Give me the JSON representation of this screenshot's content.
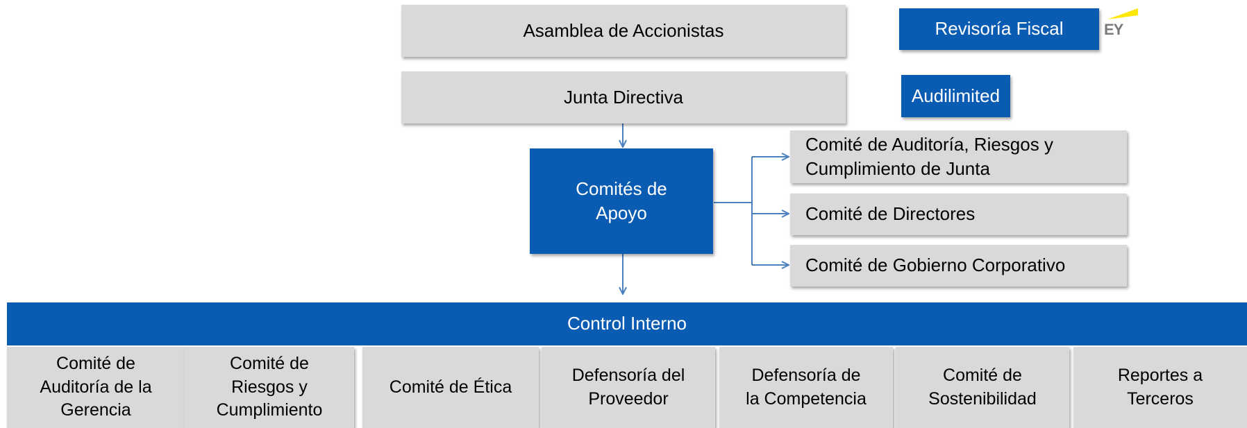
{
  "top": {
    "assembly": "Asamblea de Accionistas",
    "board": "Junta Directiva"
  },
  "auditors": {
    "fiscal": "Revisoría Fiscal",
    "firm_logo": "EY",
    "audilimited": "Audilimited"
  },
  "support_committees": {
    "label_line1": "Comités de",
    "label_line2": "Apoyo",
    "items": [
      {
        "line1": "Comité de Auditoría, Riesgos y",
        "line2": "Cumplimiento de Junta"
      },
      {
        "line1": "Comité de Directores",
        "line2": ""
      },
      {
        "line1": "Comité de Gobierno Corporativo",
        "line2": ""
      }
    ]
  },
  "internal_control": {
    "title": "Control Interno",
    "items": [
      {
        "lines": [
          "Comité de",
          "Auditoría de la",
          "Gerencia"
        ]
      },
      {
        "lines": [
          "Comité de",
          "Riesgos y",
          "Cumplimiento"
        ]
      },
      {
        "lines": [
          "Comité de Ética"
        ]
      },
      {
        "lines": [
          "Defensoría del",
          "Proveedor"
        ]
      },
      {
        "lines": [
          "Defensoría de",
          "la Competencia"
        ]
      },
      {
        "lines": [
          "Comité de",
          "Sostenibilidad"
        ]
      },
      {
        "lines": [
          "Reportes a",
          "Terceros"
        ]
      }
    ]
  },
  "colors": {
    "primary_blue": "#0a5cb3",
    "box_gray": "#d9d9d9",
    "connector_blue": "#4a7fc1",
    "ey_yellow": "#ffe600"
  }
}
